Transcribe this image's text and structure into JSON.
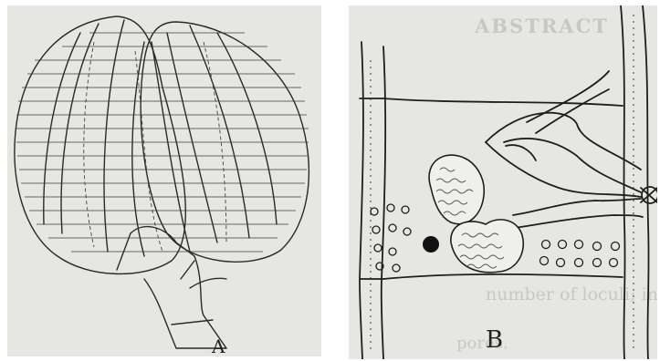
{
  "figure": {
    "panels": [
      {
        "id": "A",
        "label": "A"
      },
      {
        "id": "B",
        "label": "B"
      }
    ],
    "bleed_through_text": {
      "title": "ABSTRACT",
      "line1": "number of loculi; in number",
      "line2": "pores."
    }
  }
}
